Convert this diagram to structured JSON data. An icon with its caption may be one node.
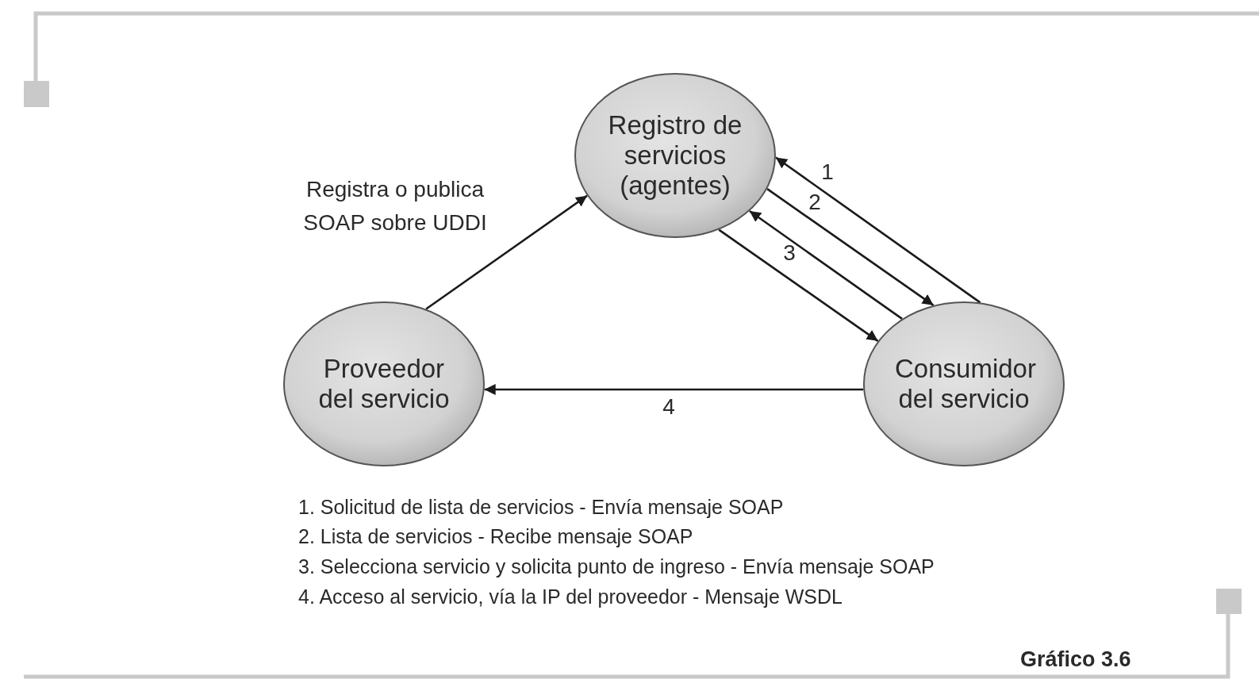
{
  "diagram": {
    "nodes": [
      {
        "text": [
          "Registro de servicios (agentes)"
        ]
      },
      {
        "text": [
          "Proveedor del servicio"
        ]
      },
      {
        "text": [
          "Consumidor del servicio"
        ]
      }
    ],
    "edges": [
      {
        "from": 1,
        "to": 0,
        "arrow": "to",
        "label": "Registra o publica SOAP sobre UDDI"
      },
      {
        "from": 2,
        "to": 0,
        "arrow": "to",
        "label": "1"
      },
      {
        "from": 0,
        "to": 2,
        "arrow": "to",
        "label": "2"
      },
      {
        "from": 2,
        "to": 0,
        "arrow": "to",
        "label": "3"
      },
      {
        "from": 0,
        "to": 2,
        "arrow": "to"
      },
      {
        "from": 2,
        "to": 1,
        "arrow": "to",
        "label": "4"
      }
    ],
    "labels": [
      "1. Solicitud de lista de servicios - Envía mensaje SOAP",
      "2. Lista de servicios - Recibe mensaje SOAP",
      "3. Selecciona servicio y solicita punto de ingreso - Envía mensaje SOAP",
      "4. Acceso al servicio, vía la IP del proveedor - Mensaje WSDL",
      "Gráfico 3.6"
    ]
  }
}
